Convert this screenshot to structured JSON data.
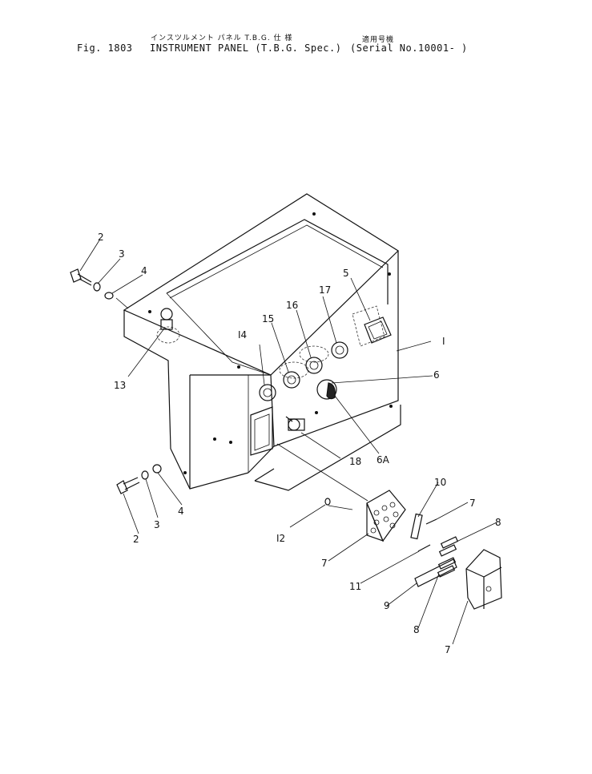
{
  "header": {
    "jp_line": "インスツルメント パネル T.B.G. 仕 様",
    "jp_serial": "適用号機",
    "fig": "Fig. 1803",
    "title": "INSTRUMENT PANEL (T.B.G. Spec.)",
    "serial": "(Serial No.10001- )"
  },
  "callouts": {
    "c1": "I",
    "c2a": "2",
    "c2b": "2",
    "c3a": "3",
    "c3b": "3",
    "c4a": "4",
    "c4b": "4",
    "c5": "5",
    "c6": "6",
    "c6a": "6A",
    "c7a": "7",
    "c7b": "7",
    "c7c": "7",
    "c8a": "8",
    "c8b": "8",
    "c9": "9",
    "c10": "10",
    "c11": "11",
    "c12": "I2",
    "c13": "13",
    "c14": "I4",
    "c15": "15",
    "c16": "16",
    "c17": "17",
    "c18": "18"
  }
}
